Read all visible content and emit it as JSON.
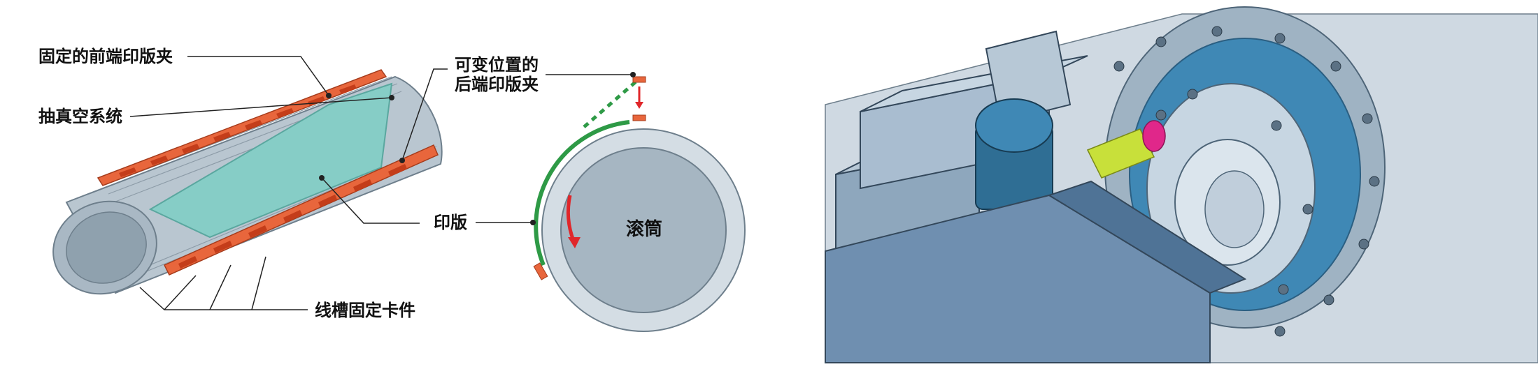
{
  "left_diagram": {
    "labels": {
      "fixed_front_clamp": "固定的前端印版夹",
      "vacuum_system": "抽真空系统",
      "slot_fixing_clips": "线槽固定卡件"
    }
  },
  "middle_diagram": {
    "labels": {
      "variable_rear_clamp_line1": "可变位置的",
      "variable_rear_clamp_line2": "后端印版夹",
      "plate": "印版",
      "drum": "滚筒"
    }
  },
  "colors": {
    "cylinder_gray": "#b9c6d0",
    "plate_teal": "#86cdc6",
    "clamp_orange": "#e8663c",
    "plate_green": "#2e9a46",
    "arrow_red": "#e0262a",
    "machine_blue": "#6f8fb0",
    "yellow_green": "#c8e03a",
    "magenta": "#e0278a"
  }
}
